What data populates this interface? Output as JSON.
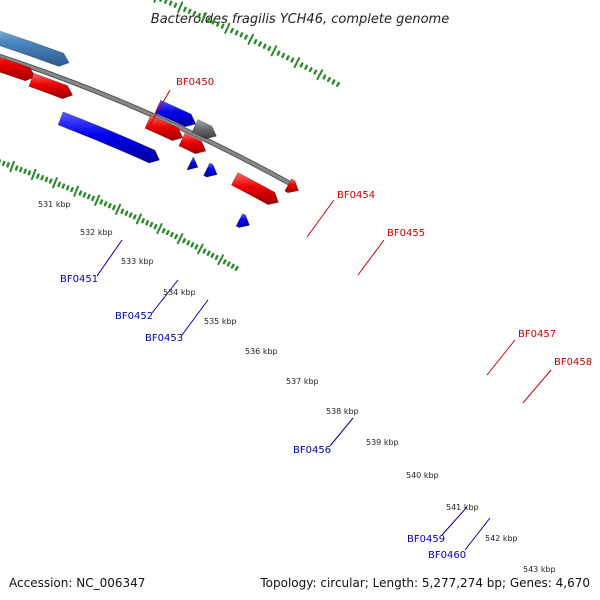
{
  "title": "Bacteroides fragilis YCH46, complete genome",
  "footer": {
    "accession": "Accession: NC_006347",
    "summary": "Topology: circular; Length: 5,277,274 bp; Genes: 4,670"
  },
  "colors": {
    "backbone": "#888888",
    "tick": "#2a8a2a",
    "label_forward": "#cc0000",
    "label_reverse": "#0000aa"
  },
  "kbp_labels": [
    "531 kbp",
    "532 kbp",
    "533 kbp",
    "534 kbp",
    "535 kbp",
    "536 kbp",
    "537 kbp",
    "538 kbp",
    "539 kbp",
    "540 kbp",
    "541 kbp",
    "542 kbp",
    "543 kbp"
  ],
  "gene_labels": [
    {
      "text": "BF0450",
      "strand": "forward"
    },
    {
      "text": "BF0451",
      "strand": "reverse"
    },
    {
      "text": "BF0452",
      "strand": "reverse"
    },
    {
      "text": "BF0453",
      "strand": "reverse"
    },
    {
      "text": "BF0454",
      "strand": "forward"
    },
    {
      "text": "BF0455",
      "strand": "forward"
    },
    {
      "text": "BF0456",
      "strand": "reverse"
    },
    {
      "text": "BF0457",
      "strand": "forward"
    },
    {
      "text": "BF0458",
      "strand": "forward"
    },
    {
      "text": "BF0459",
      "strand": "reverse"
    },
    {
      "text": "BF0460",
      "strand": "reverse"
    }
  ]
}
